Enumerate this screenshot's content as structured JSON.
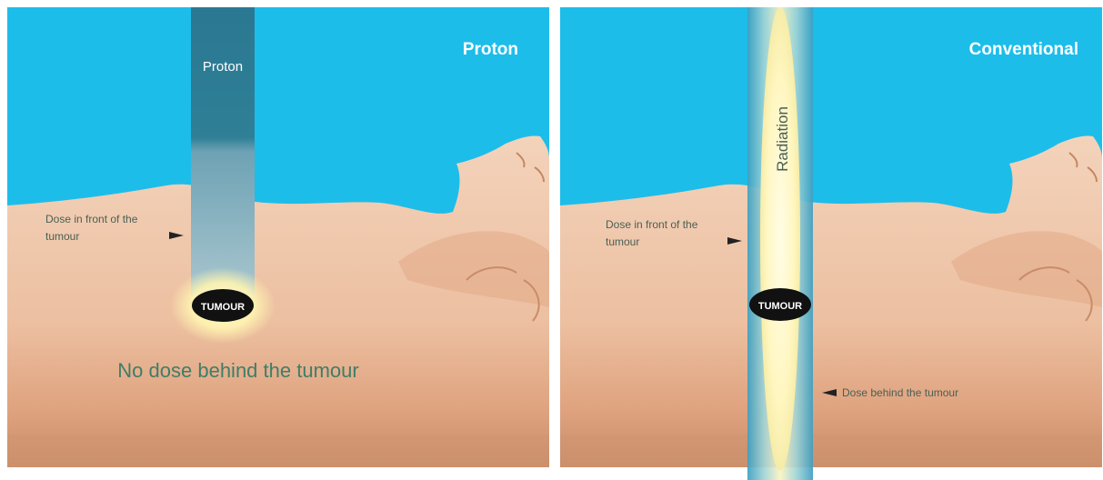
{
  "colors": {
    "sky": "#1dbdea",
    "skin_light": "#f2cdb1",
    "skin_mid": "#e4aa86",
    "skin_dark": "#c98c68",
    "proton_beam": "#2b7f9a",
    "radiation_glow": "#fff8c8",
    "tumour": "#111111",
    "label_text": "#4a5f55",
    "caption_text": "#3f7d68",
    "title_text": "#ffffff"
  },
  "proton_panel": {
    "title": "Proton",
    "beam_label": "Proton",
    "dose_front_line1": "Dose in front of the",
    "dose_front_line2": "tumour",
    "tumour_label": "TUMOUR",
    "caption": "No dose behind the tumour"
  },
  "conventional_panel": {
    "title": "Conventional",
    "beam_label": "Radiation",
    "dose_front_line1": "Dose in front of the",
    "dose_front_line2": "tumour",
    "tumour_label": "TUMOUR",
    "dose_behind": "Dose behind the tumour"
  }
}
